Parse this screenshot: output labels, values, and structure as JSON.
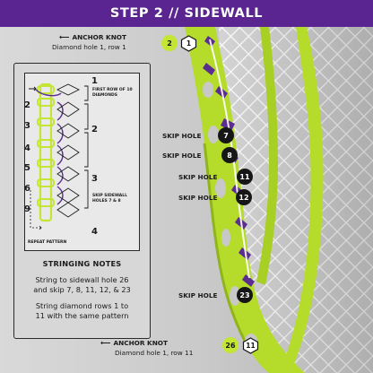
{
  "banner": {
    "title": "STEP 2  //  SIDEWALL"
  },
  "anchor_top": {
    "title": "ANCHOR KNOT",
    "subtitle": "Diamond hole 1, row 1",
    "hole": "2",
    "row": "1"
  },
  "anchor_bottom": {
    "title": "ANCHOR KNOT",
    "subtitle": "Diamond hole 1, row 11",
    "hole": "26",
    "row": "11"
  },
  "skips": [
    {
      "label": "SKIP HOLE",
      "hole": "7"
    },
    {
      "label": "SKIP HOLE",
      "hole": "8"
    },
    {
      "label": "SKIP HOLE",
      "hole": "11"
    },
    {
      "label": "SKIP HOLE",
      "hole": "12"
    },
    {
      "label": "SKIP HOLE",
      "hole": "23"
    }
  ],
  "diagram": {
    "row_numbers": [
      "2",
      "3",
      "4",
      "5",
      "6",
      "9"
    ],
    "diamond_numbers": [
      "1",
      "2",
      "3",
      "4"
    ],
    "first_row_note": "FIRST ROW OF 10 DIAMONDS",
    "skip_note": "SKIP SIDEWALL HOLES 7 & 8",
    "repeat_note": "REPEAT PATTERN"
  },
  "notes": {
    "title": "STRINGING NOTES",
    "lines": [
      "String to sidewall hole 26",
      "and skip 7, 8, 11, 12, & 23",
      "String diamond rows 1 to",
      "11 with the same pattern"
    ]
  },
  "colors": {
    "banner": "#5a2590",
    "head": "#b5dc2a",
    "lace": "#5c2d91",
    "mesh": "#ffffff",
    "badge_dark": "#161616",
    "badge_lime": "#c3e533"
  }
}
